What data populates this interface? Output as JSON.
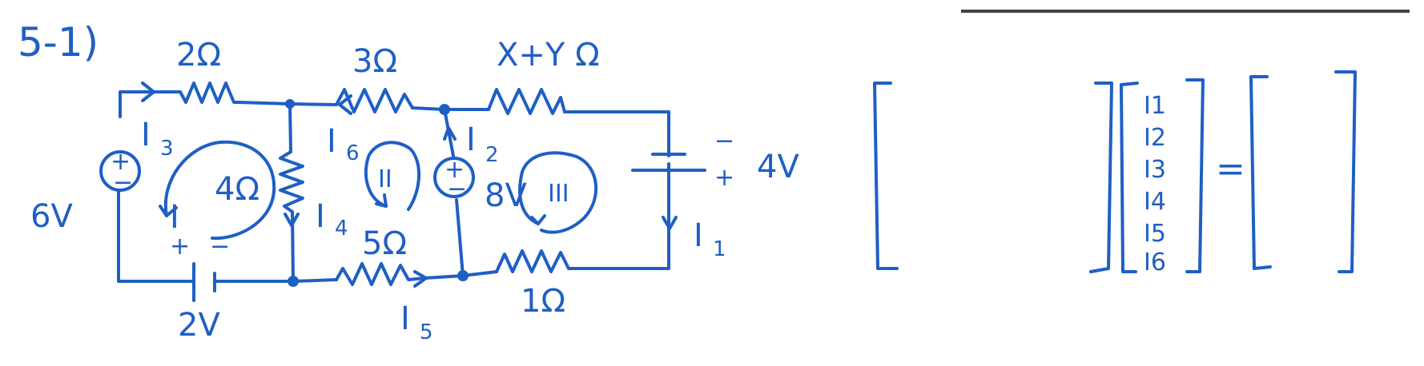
{
  "problem": {
    "label": "5-1)"
  },
  "circuit": {
    "resistors": {
      "r_top_left": "2Ω",
      "r_top_mid": "3Ω",
      "r_top_right": "X+Y Ω",
      "r_mid_vertical": "4Ω",
      "r_bottom_mid": "5Ω",
      "r_bottom_right": "1Ω"
    },
    "sources": {
      "v_left": "6V",
      "v_middle": "8V",
      "v_bottom_battery": "2V",
      "v_right_battery": "4V",
      "plus": "+",
      "minus": "−"
    },
    "currents": {
      "i1": "I",
      "i1_sub": "1",
      "i2": "I",
      "i2_sub": "2",
      "i3": "I",
      "i3_sub": "3",
      "i4": "I",
      "i4_sub": "4",
      "i5": "I",
      "i5_sub": "5",
      "i6": "I",
      "i6_sub": "6"
    },
    "loops": {
      "loop1": "I",
      "loop2": "II",
      "loop3": "III"
    }
  },
  "matrix_equation": {
    "unknowns": [
      "I1",
      "I2",
      "I3",
      "I4",
      "I5",
      "I6"
    ],
    "equals": "="
  },
  "colors": {
    "ink": "#1f5fc4",
    "paper": "#ffffff"
  }
}
